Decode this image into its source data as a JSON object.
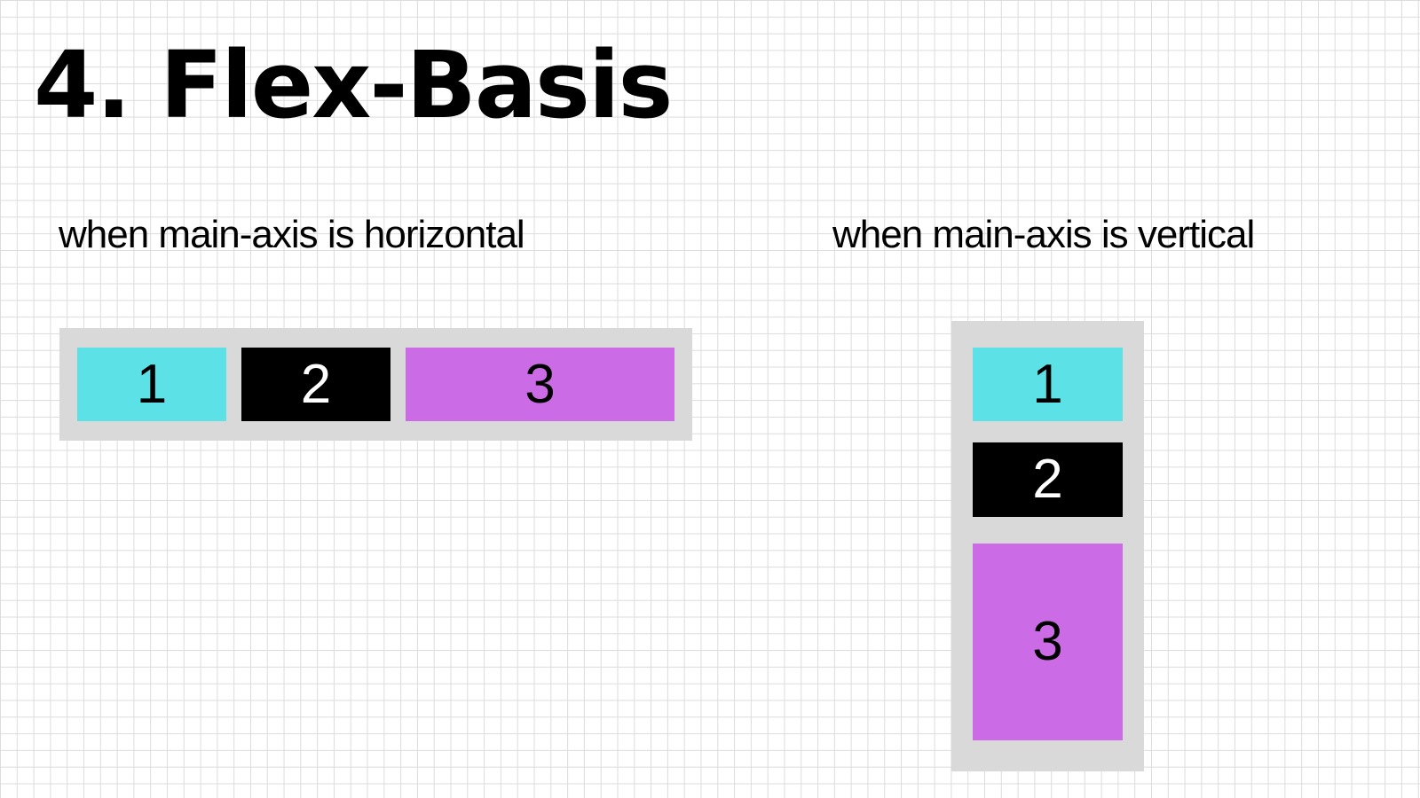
{
  "title": "4. Flex-Basis",
  "horizontal": {
    "caption": "when main-axis is horizontal",
    "items": [
      {
        "label": "1",
        "color": "#5ce1e6"
      },
      {
        "label": "2",
        "color": "#000000"
      },
      {
        "label": "3",
        "color": "#cb6ce6"
      }
    ]
  },
  "vertical": {
    "caption": "when main-axis is vertical",
    "items": [
      {
        "label": "1",
        "color": "#5ce1e6"
      },
      {
        "label": "2",
        "color": "#000000"
      },
      {
        "label": "3",
        "color": "#cb6ce6"
      }
    ]
  },
  "colors": {
    "container": "#d9d9d9",
    "grid": "#dcdcdc",
    "background": "#ffffff"
  }
}
